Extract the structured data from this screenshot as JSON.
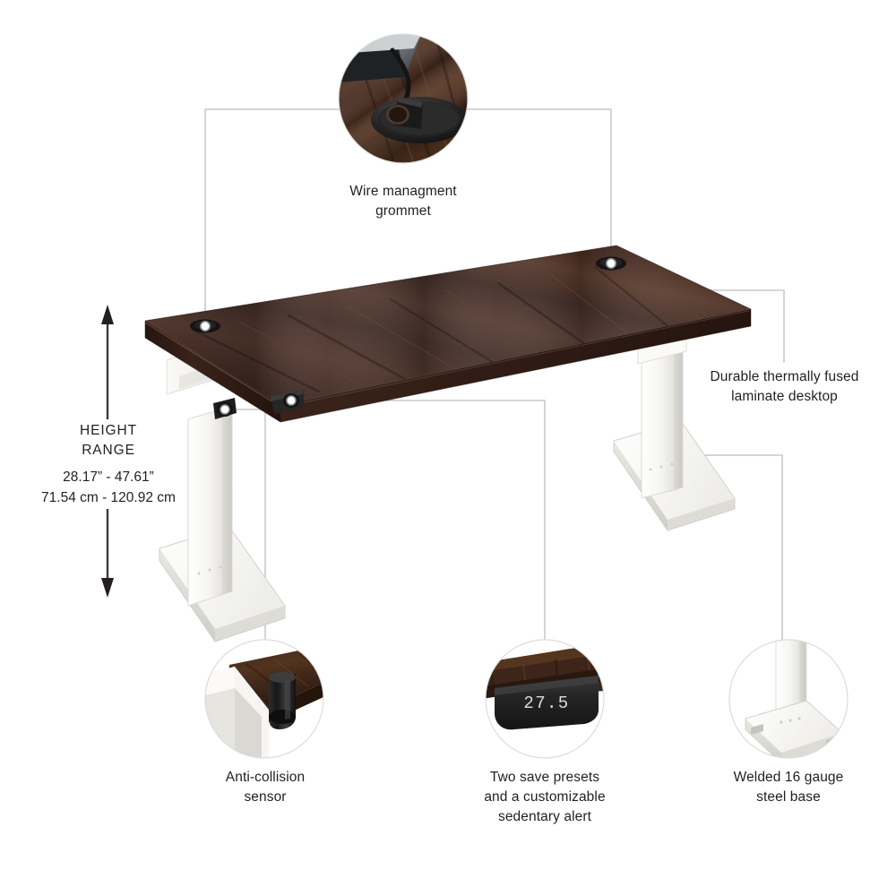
{
  "product": {
    "type": "height-adjustable-standing-desk",
    "desktop_finish": "dark espresso wood laminate",
    "base_finish": "white"
  },
  "colors": {
    "background": "#ffffff",
    "callout_line": "#c9c9c9",
    "text": "#231f20",
    "wood_dark": "#2e1c18",
    "wood_mid": "#4a2e25",
    "wood_light": "#63402f",
    "wood_edge": "#241310",
    "base_white": "#f2f1ee",
    "base_shadow": "#d8d7d2",
    "grommet_black": "#1c1c1c",
    "arrow_black": "#231f20",
    "display_dark": "#2b2b2b"
  },
  "height_range": {
    "title": "HEIGHT\nRANGE",
    "imperial": "28.17” - 47.61”",
    "metric": "71.54 cm - 120.92 cm"
  },
  "callouts": [
    {
      "id": "wire-management-grommet",
      "label": "Wire managment\ngrommet",
      "has_detail_circle": true,
      "detail_image": "close-up of a cable passing through a round black desktop grommet"
    },
    {
      "id": "durable-laminate-desktop",
      "label": "Durable thermally fused\nlaminate desktop",
      "has_detail_circle": false,
      "detail_image": ""
    },
    {
      "id": "anti-collision-sensor",
      "label": "Anti-collision\nsensor",
      "has_detail_circle": true,
      "detail_image": "close-up of the desktop corner with black cylindrical anti-collision sensor"
    },
    {
      "id": "save-presets-sedentary-alert",
      "label": "Two save presets\nand a customizable\nsedentary alert",
      "has_detail_circle": true,
      "detail_image": "close-up of the black control panel with digital height readout"
    },
    {
      "id": "welded-steel-base",
      "label": "Welded 16 gauge\nsteel base",
      "has_detail_circle": true,
      "detail_image": "close-up of the white welded T-shaped steel foot and column"
    }
  ],
  "control_panel": {
    "display_value": "27.5"
  }
}
